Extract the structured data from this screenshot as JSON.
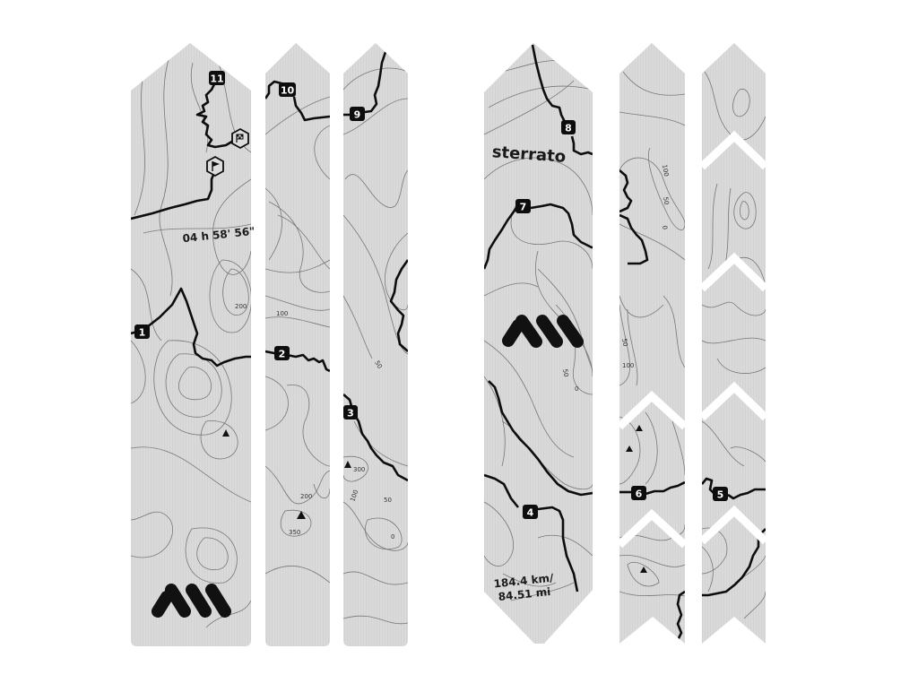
{
  "product": {
    "description": "Frame protection kit with topographic map print — 11 pieces",
    "colors": {
      "background": "#ffffff",
      "sticker": "#d9d9d9",
      "contour": "#6e6e6e",
      "route": "#0d0d0d",
      "logo": "#111111"
    }
  },
  "texts": {
    "duration": "04 h 58' 56\"",
    "surface": "sterrato",
    "distance_km": "184.4 km/",
    "distance_mi": "84.51 mi"
  },
  "checkpoints": [
    {
      "n": "1"
    },
    {
      "n": "2"
    },
    {
      "n": "3"
    },
    {
      "n": "4"
    },
    {
      "n": "5"
    },
    {
      "n": "6"
    },
    {
      "n": "7"
    },
    {
      "n": "8"
    },
    {
      "n": "9"
    },
    {
      "n": "10"
    },
    {
      "n": "11"
    }
  ],
  "elevation_labels": [
    "200",
    "100",
    "50",
    "300",
    "200",
    "350",
    "100",
    "50",
    "0",
    "50",
    "0",
    "100",
    "50",
    "0",
    "100",
    "50",
    "100"
  ],
  "icons": {
    "start_flag": "flag-icon",
    "finish_flag": "checkered-flag-icon",
    "peak": "triangle-peak-icon",
    "logo": "brand-logo-icon"
  }
}
